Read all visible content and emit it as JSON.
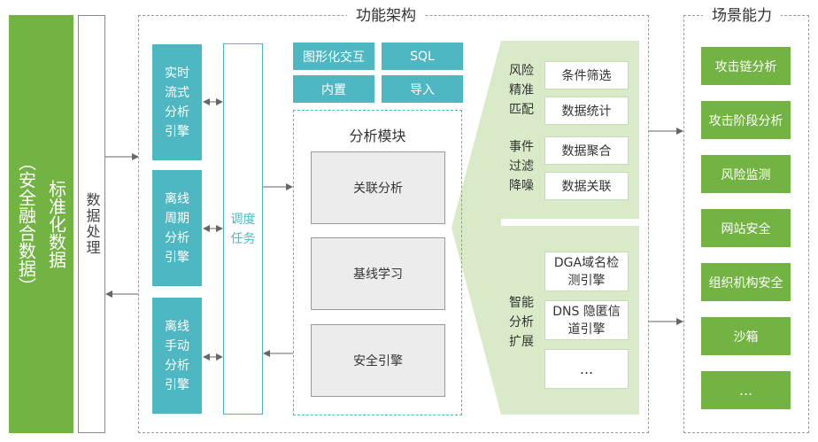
{
  "left": {
    "main_label": "标准化数据",
    "sub_label": "（安全融合数据）"
  },
  "processing": {
    "label": "数据处理"
  },
  "function_arch": {
    "title": "功能架构",
    "engines": [
      "实时流式分析引擎",
      "离线周期分析引擎",
      "离线手动分析引擎"
    ],
    "dispatch": "调度任务",
    "top_buttons": [
      "图形化交互",
      "SQL",
      "内置",
      "导入"
    ],
    "module": {
      "title": "分析模块",
      "items": [
        "关联分析",
        "基线学习",
        "安全引擎"
      ]
    },
    "upper_panel": {
      "groups": [
        {
          "label": "风险精准匹配",
          "items": [
            "条件筛选",
            "数据统计"
          ]
        },
        {
          "label": "事件过滤降噪",
          "items": [
            "数据聚合",
            "数据关联"
          ]
        }
      ]
    },
    "lower_panel": {
      "label": "智能分析扩展",
      "items": [
        "DGA域名检测引擎",
        "DNS 隐匿信道引擎",
        "..."
      ]
    }
  },
  "scenarios": {
    "title": "场景能力",
    "items": [
      "攻击链分析",
      "攻击阶段分析",
      "风险监测",
      "网站安全",
      "组织机构安全",
      "沙箱",
      "..."
    ]
  },
  "colors": {
    "green": "#73b343",
    "teal": "#4fb7c2",
    "light_green": "#d8eac7",
    "gray_box": "#ececec"
  }
}
